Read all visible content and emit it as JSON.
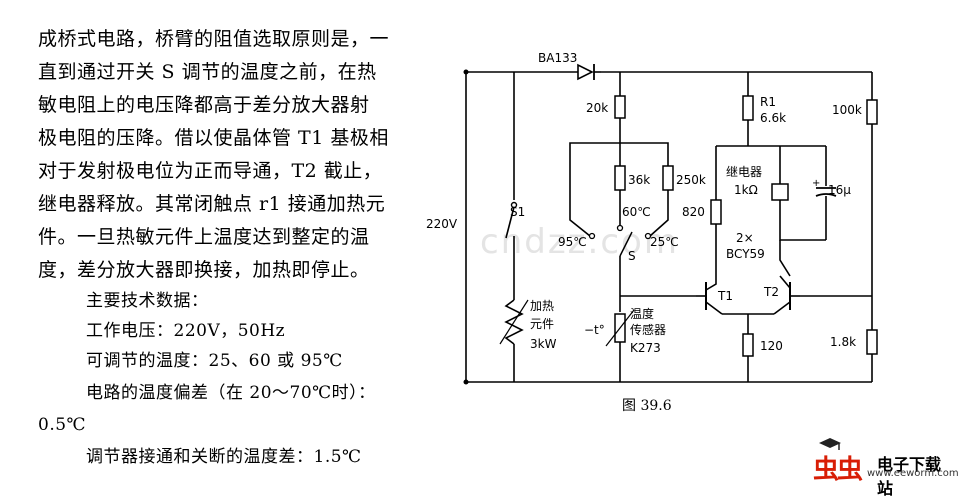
{
  "article": {
    "lines": [
      "成桥式电路，桥臂的阻值选取原则是，一",
      "直到通过开关 S 调节的温度之前，在热",
      "敏电阻上的电压降都高于差分放大器射",
      "极电阻的压降。借以使晶体管 T1 基极相",
      "对于发射极电位为正而导通，T2 截止，",
      "继电器释放。其常闭触点 r1 接通加热元",
      "件。一旦热敏元件上温度达到整定的温",
      "度，差分放大器即换接，加热即停止。"
    ],
    "spec_heading": "主要技术数据：",
    "specs": [
      "工作电压：220V，50Hz",
      "可调节的温度：25、60 或 95℃",
      "电路的温度偏差（在 20～70℃时）：",
      "0.5℃",
      "调节器接通和关断的温度差：1.5℃"
    ]
  },
  "circuit": {
    "labels": {
      "diode": "BA133",
      "supply": "220V",
      "switch": "S1",
      "heater_1": "加热",
      "heater_2": "元件",
      "heater_3": "3kW",
      "r_20k": "20k",
      "r_36k": "36k",
      "r_250k": "250k",
      "t60": "60℃",
      "t95": "95℃",
      "t25": "25℃",
      "sel": "S",
      "sensor_1": "温度",
      "sensor_2": "传感器",
      "sensor_3": "K273",
      "minus_t": "−t°",
      "r1_name": "R1",
      "r1_val": "6.6k",
      "relay_1": "继电器",
      "relay_2": "1kΩ",
      "cap": "16μ",
      "r_820": "820",
      "trans_1": "2×",
      "trans_2": "BCY59",
      "t1": "T1",
      "t2": "T2",
      "r_120": "120",
      "r_100k": "100k",
      "r_1_8k": "1.8k"
    },
    "caption": "图 39.6"
  },
  "watermark": {
    "logo": "虫虫",
    "name": "电子下载站",
    "url": "www.eeworm.com",
    "ghost": "cndzz.com"
  }
}
